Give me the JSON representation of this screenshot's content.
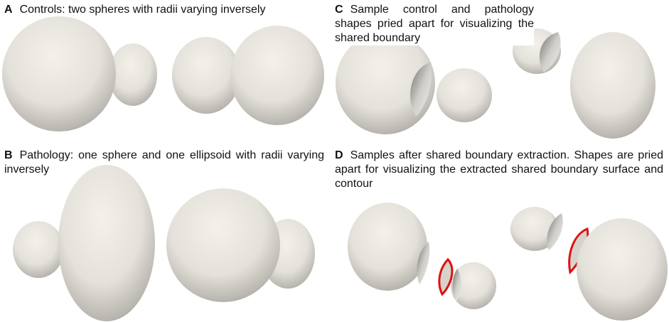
{
  "panels": [
    {
      "letter": "A",
      "caption": "Controls: two spheres with radii varying inversely"
    },
    {
      "letter": "B",
      "caption": "Pathology: one sphere and one ellipsoid with radii varying inversely"
    },
    {
      "letter": "C",
      "caption": "Sample control and pathology shapes pried apart for visualizing the shared boundary"
    },
    {
      "letter": "D",
      "caption": "Samples after shared boundary extraction. Shapes are pried apart for visualizing the extracted shared boundary surface and contour"
    }
  ],
  "colors": {
    "surface_light": "#f2efe8",
    "surface_mid": "#cfccc5",
    "surface_dark": "#8e8c88",
    "contour": "#e01010"
  }
}
